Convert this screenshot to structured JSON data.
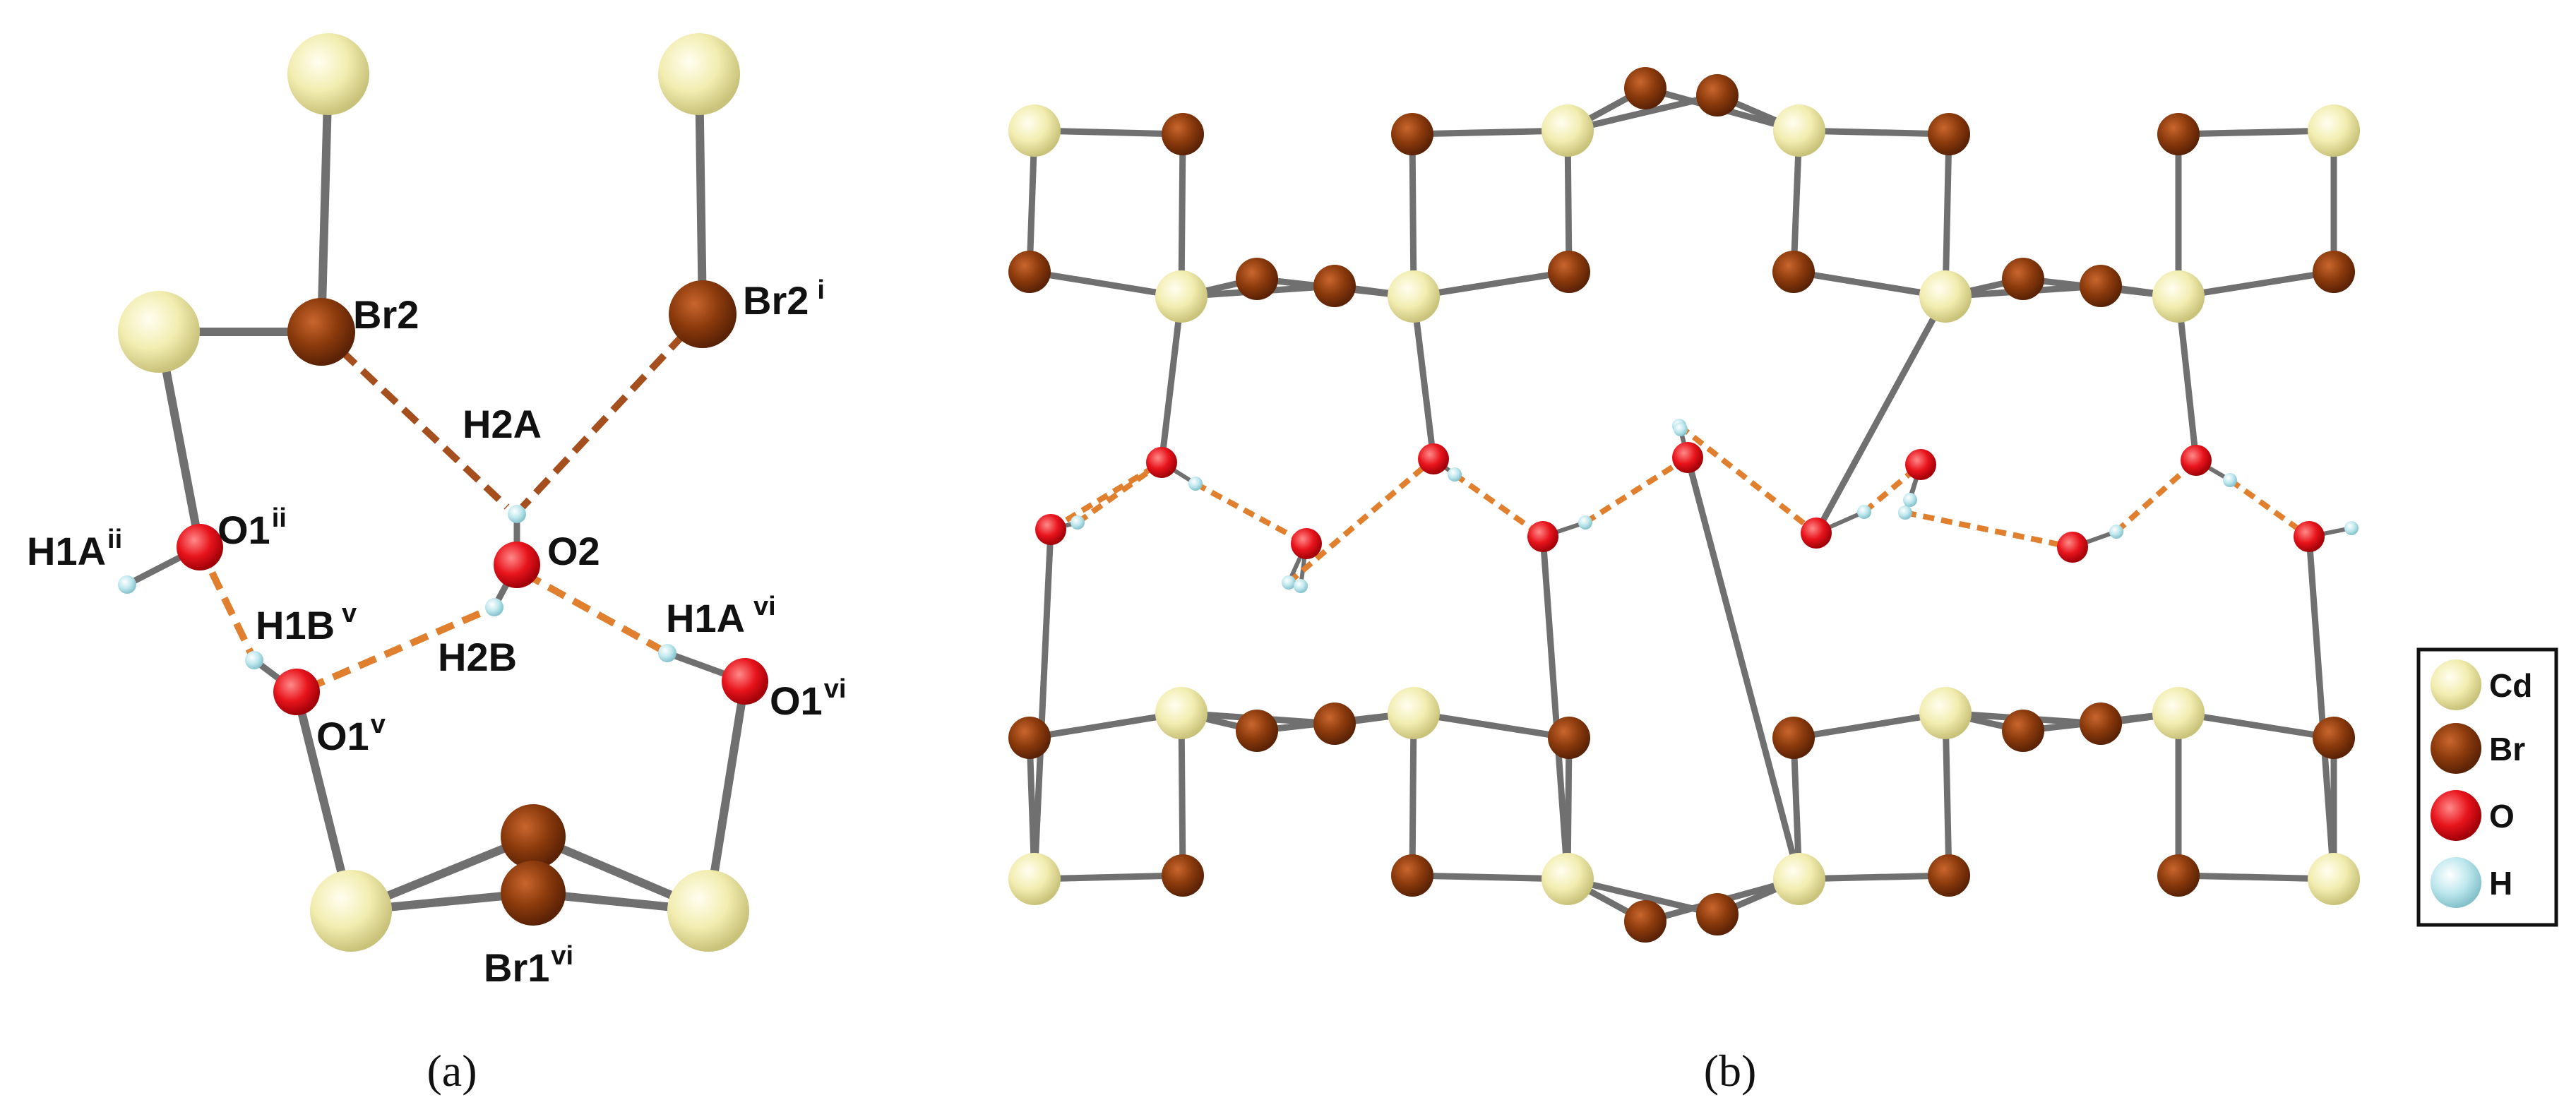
{
  "colors": {
    "cd": "#F2EDB0",
    "br": "#8B3A0C",
    "o": "#E8141C",
    "h": "#BFE8EE",
    "bond": "#707070",
    "hbond_dark": "#A54E1E",
    "hbond_orange": "#E07F2E"
  },
  "panel_a": {
    "caption": "(a)",
    "labels": {
      "br2": "Br2",
      "br2_i": "Br2",
      "br2_i_sup": "i",
      "h2a": "H2A",
      "o2": "O2",
      "h1a_ii": "H1A",
      "h1a_ii_sup": "ii",
      "o1_ii": "O1",
      "o1_ii_sup": "ii",
      "h1b_v": "H1B",
      "h1b_v_sup": "v",
      "h2b": "H2B",
      "h1a_vi": "H1A",
      "h1a_vi_sup": "vi",
      "o1_v": "O1",
      "o1_v_sup": "v",
      "o1_vi": "O1",
      "o1_vi_sup": "vi",
      "br1_vi": "Br1",
      "br1_vi_sup": "vi"
    }
  },
  "panel_b": {
    "caption": "(b)"
  },
  "legend": {
    "items": [
      {
        "symbol": "Cd",
        "label": "Cd"
      },
      {
        "symbol": "Br",
        "label": "Br"
      },
      {
        "symbol": "O",
        "label": "O"
      },
      {
        "symbol": "H",
        "label": "H"
      }
    ]
  }
}
